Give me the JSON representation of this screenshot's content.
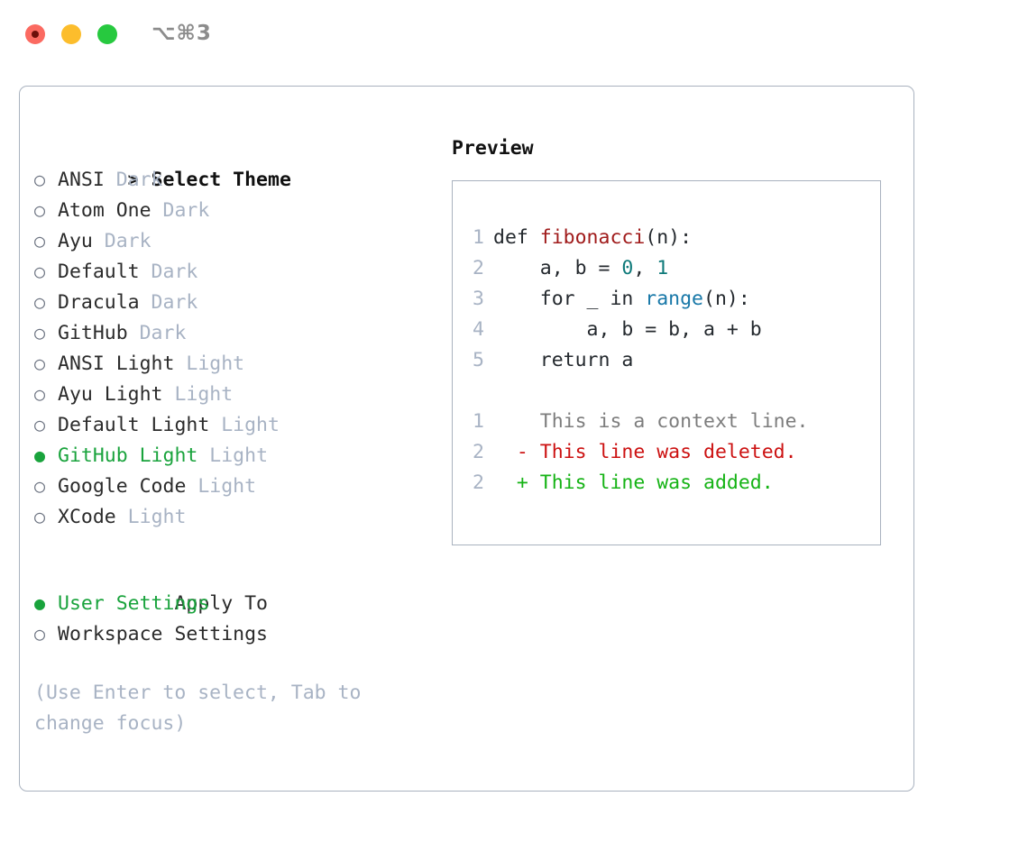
{
  "window": {
    "shortcut": "⌥⌘3",
    "traffic_lights": [
      {
        "name": "close",
        "color": "#fb6a61"
      },
      {
        "name": "minimize",
        "color": "#fcbd2c"
      },
      {
        "name": "maximize",
        "color": "#27c93f"
      }
    ]
  },
  "theme_list": {
    "header_marker": ">",
    "header_label": "Select Theme",
    "items": [
      {
        "marker": "○",
        "label": "ANSI",
        "variant": "Dark",
        "selected": false
      },
      {
        "marker": "○",
        "label": "Atom One",
        "variant": "Dark",
        "selected": false
      },
      {
        "marker": "○",
        "label": "Ayu",
        "variant": "Dark",
        "selected": false
      },
      {
        "marker": "○",
        "label": "Default",
        "variant": "Dark",
        "selected": false
      },
      {
        "marker": "○",
        "label": "Dracula",
        "variant": "Dark",
        "selected": false
      },
      {
        "marker": "○",
        "label": "GitHub",
        "variant": "Dark",
        "selected": false
      },
      {
        "marker": "○",
        "label": "ANSI Light",
        "variant": "Light",
        "selected": false
      },
      {
        "marker": "○",
        "label": "Ayu Light",
        "variant": "Light",
        "selected": false
      },
      {
        "marker": "○",
        "label": "Default Light",
        "variant": "Light",
        "selected": false
      },
      {
        "marker": "●",
        "label": "GitHub Light",
        "variant": "Light",
        "selected": true
      },
      {
        "marker": "○",
        "label": "Google Code",
        "variant": "Light",
        "selected": false
      },
      {
        "marker": "○",
        "label": "XCode",
        "variant": "Light",
        "selected": false
      }
    ]
  },
  "apply_to": {
    "header_label": "Apply To",
    "items": [
      {
        "marker": "●",
        "label": "User Settings",
        "selected": true
      },
      {
        "marker": "○",
        "label": "Workspace Settings",
        "selected": false
      }
    ]
  },
  "hint": "(Use Enter to select, Tab to change focus)",
  "preview": {
    "title": "Preview",
    "code_lines": [
      {
        "no": "1",
        "tokens": [
          {
            "t": "def ",
            "c": "plain"
          },
          {
            "t": "fibonacci",
            "c": "func"
          },
          {
            "t": "(n):",
            "c": "plain"
          }
        ]
      },
      {
        "no": "2",
        "tokens": [
          {
            "t": "    a, b = ",
            "c": "plain"
          },
          {
            "t": "0",
            "c": "num"
          },
          {
            "t": ", ",
            "c": "plain"
          },
          {
            "t": "1",
            "c": "num"
          }
        ]
      },
      {
        "no": "3",
        "tokens": [
          {
            "t": "    for _ in ",
            "c": "plain"
          },
          {
            "t": "range",
            "c": "call"
          },
          {
            "t": "(n):",
            "c": "plain"
          }
        ]
      },
      {
        "no": "4",
        "tokens": [
          {
            "t": "        a, b = b, a + b",
            "c": "plain"
          }
        ]
      },
      {
        "no": "5",
        "tokens": [
          {
            "t": "    return a",
            "c": "plain"
          }
        ]
      }
    ],
    "diff_lines": [
      {
        "no": "1",
        "marker": "  ",
        "text": "This is a context line.",
        "kind": "ctx"
      },
      {
        "no": "2",
        "marker": "- ",
        "text": "This line was deleted.",
        "kind": "del"
      },
      {
        "no": "2",
        "marker": "+ ",
        "text": "This line was added.",
        "kind": "add"
      }
    ]
  },
  "colors": {
    "accent_green": "#19a33c",
    "muted": "#a8b3c4",
    "border": "#a9b2bf",
    "diff_add": "#15b315",
    "diff_del": "#cc1111",
    "syntax_function": "#a01b1b",
    "syntax_number": "#0f7a7a",
    "syntax_call": "#1878a8"
  }
}
